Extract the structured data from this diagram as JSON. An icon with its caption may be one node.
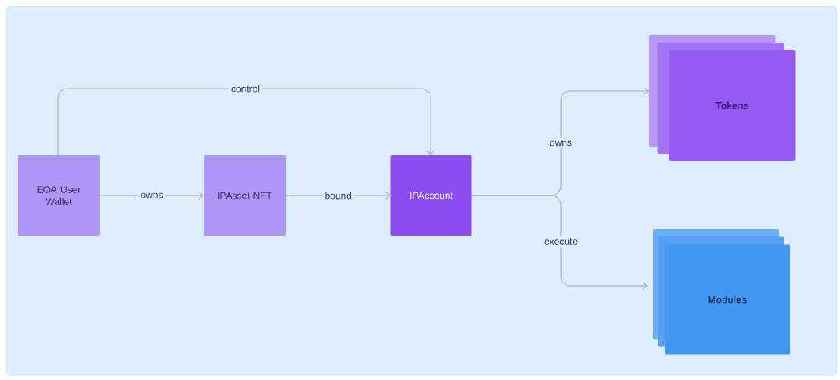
{
  "diagram": {
    "nodes": [
      {
        "text": [
          "EOA User Wallet"
        ]
      },
      {
        "text": [
          "IPAsset NFT"
        ]
      },
      {
        "text": [
          "IPAccount"
        ]
      },
      {
        "text": [
          "Tokens"
        ]
      },
      {
        "text": [
          "Modules"
        ]
      }
    ],
    "edges": [
      {
        "from": 0,
        "to": 2,
        "arrow": "to",
        "label": "control"
      },
      {
        "from": 0,
        "to": 1,
        "arrow": "to",
        "label": "owns"
      },
      {
        "from": 1,
        "to": 2,
        "arrow": "to",
        "label": "bound"
      },
      {
        "from": 2,
        "to": 3,
        "arrow": "to",
        "label": "owns"
      },
      {
        "from": 2,
        "to": 4,
        "arrow": "to",
        "label": "execute"
      }
    ]
  }
}
